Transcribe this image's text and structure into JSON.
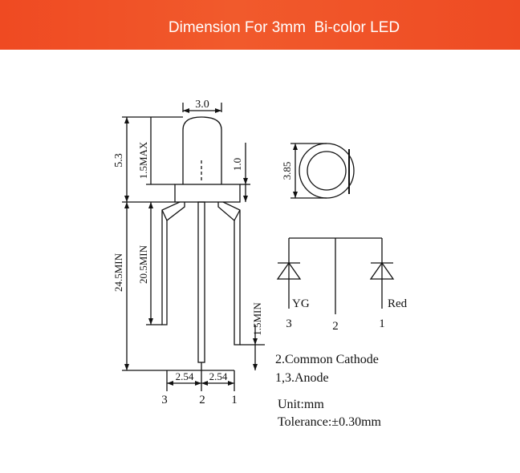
{
  "header": {
    "title": "Dimension For 3mm  Bi-color LED"
  },
  "colors": {
    "banner": "#ef4a22",
    "line": "#111111"
  },
  "dimensions": {
    "lens_width": "3.0",
    "flange_height": "1.0",
    "head_height": "5.3",
    "lens_max": "1.5MAX",
    "lead_min_total": "24.5MIN",
    "lead_min_inner": "20.5MIN",
    "lead_min_short": "1.5MIN",
    "pitch_left": "2.54",
    "pitch_right": "2.54",
    "top_diameter": "3.85"
  },
  "pins": {
    "left": "3",
    "center": "2",
    "right": "1"
  },
  "schematic": {
    "label_left": "YG",
    "label_right": "Red",
    "pin_left": "3",
    "pin_center": "2",
    "pin_right": "1"
  },
  "notes": {
    "line1": "2.Common Cathode",
    "line2": "1,3.Anode",
    "unit": "Unit:mm",
    "tolerance": "Tolerance:±0.30mm"
  }
}
